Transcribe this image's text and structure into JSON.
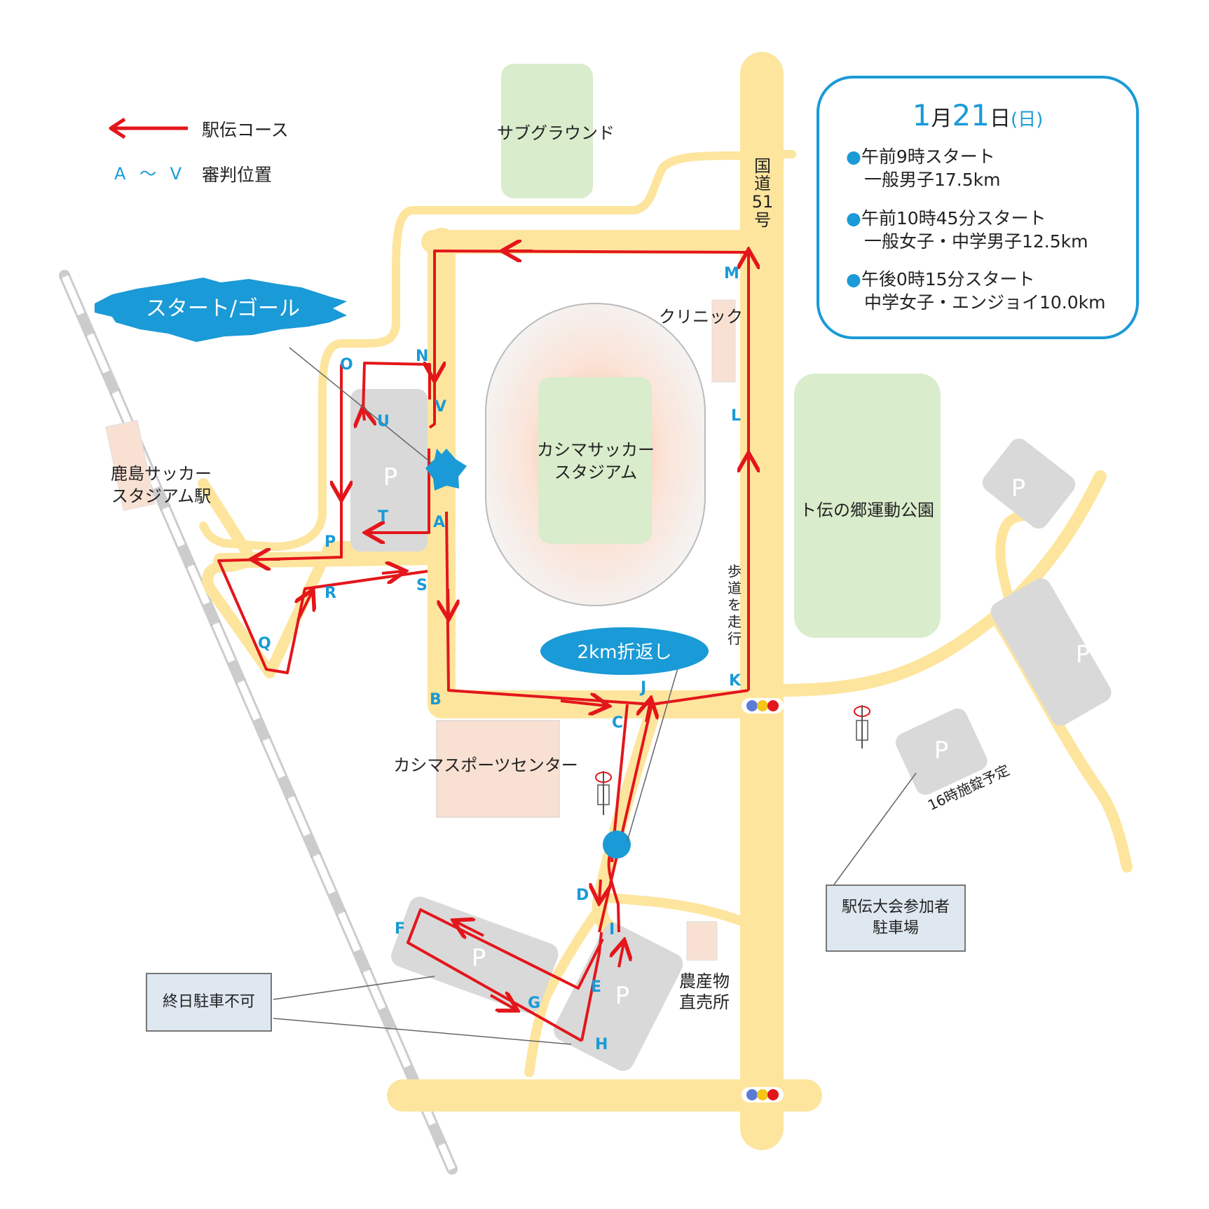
{
  "legend": {
    "course_label": "駅伝コース",
    "judge_range": "A ～ V",
    "judge_label": "審判位置"
  },
  "info": {
    "date_month": "1",
    "date_month_unit": "月",
    "date_day": "21",
    "date_day_unit": "日",
    "date_weekday": "(日)",
    "races": [
      {
        "line1": "午前9時スタート",
        "line2": "一般男子17.5km"
      },
      {
        "line1": "午前10時45分スタート",
        "line2": "一般女子・中学男子12.5km"
      },
      {
        "line1": "午後0時15分スタート",
        "line2": "中学女子・エンジョイ10.0km"
      }
    ]
  },
  "places": {
    "sub_ground": "サブグラウンド",
    "route51_1": "国",
    "route51_2": "道",
    "route51_3": "51",
    "route51_4": "号",
    "clinic": "クリニック",
    "stadium_1": "カシマサッカー",
    "stadium_2": "スタジアム",
    "station_1": "鹿島サッカー",
    "station_2": "スタジアム駅",
    "park": "ト伝の郷運動公園",
    "sports_center": "カシマスポーツセンター",
    "farm_1": "農産物",
    "farm_2": "直売所",
    "sidewalk_1": "歩",
    "sidewalk_2": "道",
    "sidewalk_3": "を",
    "sidewalk_4": "走",
    "sidewalk_5": "行",
    "closing_note": "16時施錠予定",
    "parking_mark": "P"
  },
  "callouts": {
    "start_goal": "スタート/ゴール",
    "turnaround": "2km折返し"
  },
  "notes": {
    "no_parking": "終日駐車不可",
    "participant_parking_1": "駅伝大会参加者",
    "participant_parking_2": "駐車場"
  },
  "judge_points": [
    "A",
    "B",
    "C",
    "D",
    "E",
    "F",
    "G",
    "H",
    "I",
    "J",
    "K",
    "L",
    "M",
    "N",
    "O",
    "P",
    "Q",
    "R",
    "S",
    "T",
    "U",
    "V"
  ],
  "colors": {
    "road": "#fde59d",
    "course": "#e3161b",
    "accent": "#1a9ad6",
    "green": "#d9eccb",
    "building": "#f8e1d3",
    "parking": "#d9d9d9"
  }
}
